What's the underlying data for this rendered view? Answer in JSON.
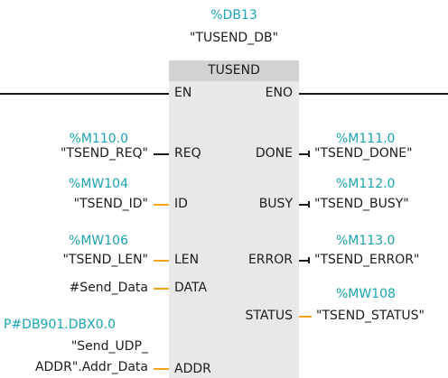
{
  "instance": {
    "address": "%DB13",
    "name": "\"TUSEND_DB\""
  },
  "block": {
    "type": "TUSEND",
    "en": "EN",
    "eno": "ENO"
  },
  "inputs": [
    {
      "pin": "REQ",
      "address": "%M110.0",
      "tag": "\"TSEND_REQ\"",
      "line_color": "#1a1a1a"
    },
    {
      "pin": "ID",
      "address": "%MW104",
      "tag": "\"TSEND_ID\"",
      "line_color": "#f5a31a"
    },
    {
      "pin": "LEN",
      "address": "%MW106",
      "tag": "\"TSEND_LEN\"",
      "line_color": "#f5a31a"
    },
    {
      "pin": "DATA",
      "tag": "#Send_Data",
      "line_color": "#f5a31a"
    },
    {
      "pin": "ADDR",
      "address": "P#DB901.DBX0.0",
      "tag_line1": "\"Send_UDP_",
      "tag_line2": "ADDR\".Addr_Data",
      "line_color": "#f5a31a"
    }
  ],
  "outputs": [
    {
      "pin": "DONE",
      "address": "%M111.0",
      "tag": "\"TSEND_DONE\"",
      "line_color": "#1a1a1a"
    },
    {
      "pin": "BUSY",
      "address": "%M112.0",
      "tag": "\"TSEND_BUSY\"",
      "line_color": "#1a1a1a"
    },
    {
      "pin": "ERROR",
      "address": "%M113.0",
      "tag": "\"TSEND_ERROR\"",
      "line_color": "#1a1a1a"
    },
    {
      "pin": "STATUS",
      "address": "%MW108",
      "tag": "\"TSEND_STATUS\"",
      "line_color": "#f5a31a"
    }
  ],
  "colors": {
    "address": "#1aa3b0",
    "block_body": "#e8e8e8",
    "block_header": "#d2d2d2",
    "bool_wire": "#1a1a1a",
    "word_wire": "#f5a31a"
  }
}
